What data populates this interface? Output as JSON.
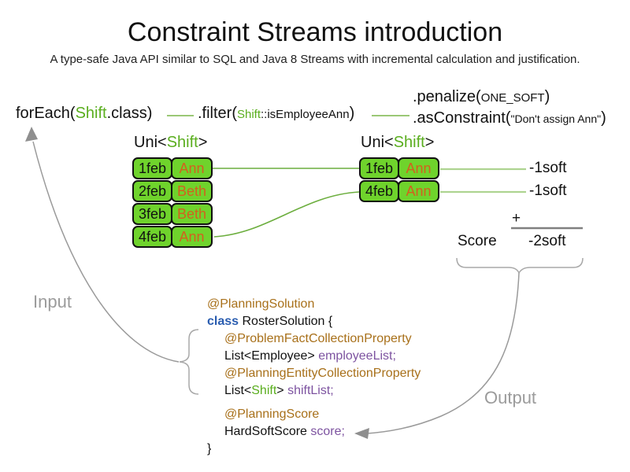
{
  "title": "Constraint Streams introduction",
  "subtitle": "A type-safe Java API similar to SQL and Java 8 Streams with incremental calculation and justification.",
  "pipeline": {
    "foreach": {
      "prefix": "forEach(",
      "type": "Shift",
      "suffix": ".class)"
    },
    "filter": {
      "prefix": ".filter(",
      "type": "Shift",
      "method": "::isEmployeeAnn",
      "suffix": ")"
    },
    "penalize": {
      "prefix": ".penalize(",
      "arg": "ONE_SOFT",
      "suffix": ")"
    },
    "as_constraint": {
      "prefix": ".asConstraint(",
      "arg": "\"Don't assign Ann\"",
      "suffix": ")"
    }
  },
  "left_stream": {
    "label_prefix": "Uni<",
    "label_type": "Shift",
    "label_suffix": ">",
    "rows": [
      {
        "date": "1feb",
        "name": "Ann"
      },
      {
        "date": "2feb",
        "name": "Beth"
      },
      {
        "date": "3feb",
        "name": "Beth"
      },
      {
        "date": "4feb",
        "name": "Ann"
      }
    ]
  },
  "right_stream": {
    "label_prefix": "Uni<",
    "label_type": "Shift",
    "label_suffix": ">",
    "rows": [
      {
        "date": "1feb",
        "name": "Ann"
      },
      {
        "date": "4feb",
        "name": "Ann"
      }
    ]
  },
  "scores": {
    "penalties": [
      "-1soft",
      "-1soft"
    ],
    "plus": "+",
    "score_label": "Score",
    "total": "-2soft"
  },
  "labels": {
    "input": "Input",
    "output": "Output"
  },
  "code": {
    "line1": {
      "annotation": "@PlanningSolution"
    },
    "line2": {
      "keyword": "class ",
      "rest": "RosterSolution {"
    },
    "line3": {
      "annotation": "@ProblemFactCollectionProperty"
    },
    "line4": {
      "plain": "List<Employee> ",
      "field": "employeeList;"
    },
    "line5": {
      "annotation": "@PlanningEntityCollectionProperty"
    },
    "line6": {
      "plain1": "List<",
      "type": "Shift",
      "plain2": "> ",
      "field": "shiftList;"
    },
    "line7": {
      "annotation": "@PlanningScore"
    },
    "line8": {
      "plain": "HardSoftScore ",
      "field": "score;"
    },
    "line9": {
      "plain": "}"
    }
  },
  "colors": {
    "box_green": "#6fd32c",
    "type_green": "#5aae1e",
    "name_orange": "#d2611e",
    "annotation_brown": "#a8701a",
    "keyword_blue": "#2a5db0",
    "field_purple": "#7d53a0",
    "connector_green": "#7ab648",
    "penalty_line_green": "#aed491",
    "arrow_gray": "#9a9a9a"
  }
}
